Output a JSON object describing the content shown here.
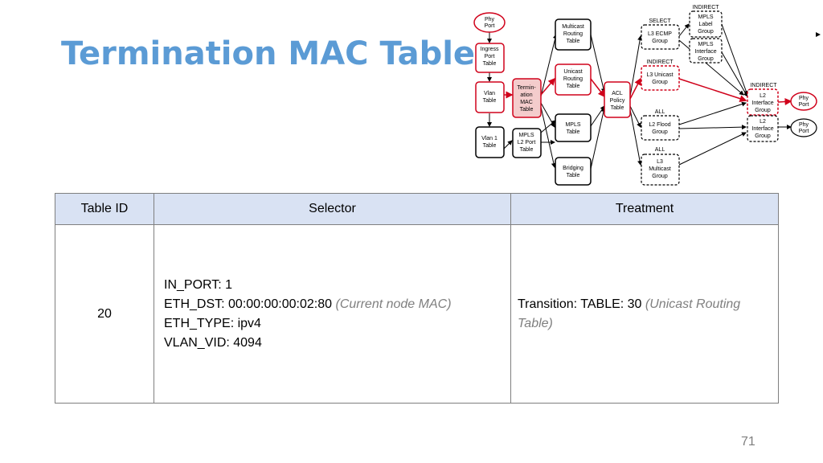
{
  "slide": {
    "title": "Termination MAC Table",
    "page_number": "71"
  },
  "diagram": {
    "phy_port_in": [
      "Phy",
      "Port"
    ],
    "ingress": [
      "Ingress",
      "Port",
      "Table"
    ],
    "vlan": [
      "Vlan",
      "Table"
    ],
    "vlan1": [
      "Vlan 1",
      "Table"
    ],
    "termination": [
      "Termin-",
      "ation",
      "MAC",
      "Table"
    ],
    "mpls_l2port": [
      "MPLS",
      "L2 Port",
      "Table"
    ],
    "multicast_routing": [
      "Multicast",
      "Routing",
      "Table"
    ],
    "unicast_routing": [
      "Unicast",
      "Routing",
      "Table"
    ],
    "mpls_table": [
      "MPLS",
      "Table"
    ],
    "bridging": [
      "Bridging",
      "Table"
    ],
    "acl": [
      "ACL",
      "Policy",
      "Table"
    ],
    "l3_ecmp": [
      "L3 ECMP",
      "Group"
    ],
    "l3_unicast": [
      "L3 Unicast",
      "Group"
    ],
    "l2_flood": [
      "L2 Flood",
      "Group"
    ],
    "l3_multicast": [
      "L3",
      "Multicast",
      "Group"
    ],
    "mpls_label": [
      "MPLS",
      "Label",
      "Group"
    ],
    "mpls_interface": [
      "MPLS",
      "Interface",
      "Group"
    ],
    "l2_interface_1": [
      "L2",
      "Interface",
      "Group"
    ],
    "l2_interface_2": [
      "L2",
      "Interface",
      "Group"
    ],
    "phy_port_out_1": [
      "Phy",
      "Port"
    ],
    "phy_port_out_2": [
      "Phy",
      "Port"
    ],
    "labels": {
      "select": "SELECT",
      "indirect_top": "INDIRECT",
      "indirect_mid": "INDIRECT",
      "indirect_right": "INDIRECT",
      "all_mid": "ALL",
      "all_bottom": "ALL"
    },
    "colors": {
      "highlight": "#d0021b",
      "highlight_fill": "#f4cccc"
    }
  },
  "table": {
    "headers": [
      "Table ID",
      "Selector",
      "Treatment"
    ],
    "row": {
      "table_id": "20",
      "selector": {
        "in_port": "IN_PORT: 1",
        "eth_dst": "ETH_DST: 00:00:00:00:02:80",
        "eth_dst_note": "(Current node MAC)",
        "eth_type": "ETH_TYPE: ipv4",
        "vlan_vid": "VLAN_VID: 4094"
      },
      "treatment": {
        "transition": "Transition: TABLE: 30",
        "transition_note": "(Unicast Routing Table)"
      }
    }
  }
}
